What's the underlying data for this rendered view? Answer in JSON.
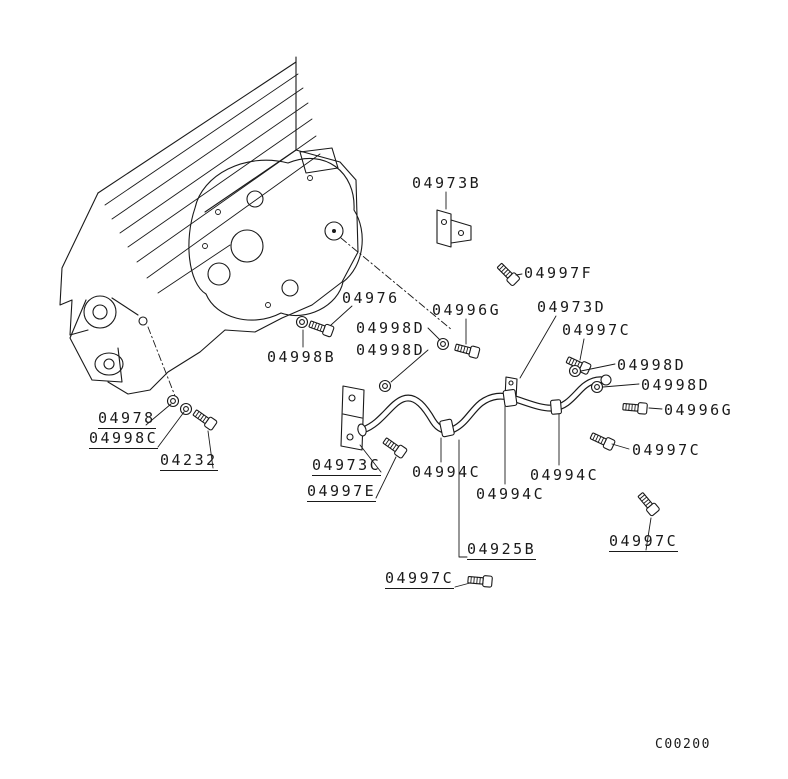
{
  "colors": {
    "background": "#ffffff",
    "ink": "#1a1a1a"
  },
  "diagram": {
    "description": "Engine oil cooler pipe parts diagram",
    "drawing_code": "C00200",
    "labels": [
      {
        "text": "04973B"
      },
      {
        "text": "04997F"
      },
      {
        "text": "04976"
      },
      {
        "text": "04996G"
      },
      {
        "text": "04973D"
      },
      {
        "text": "04997C"
      },
      {
        "text": "04998D"
      },
      {
        "text": "04998D"
      },
      {
        "text": "04998B"
      },
      {
        "text": "04998D"
      },
      {
        "text": "04998D"
      },
      {
        "text": "04996G"
      },
      {
        "text": "04978"
      },
      {
        "text": "04998C"
      },
      {
        "text": "04232"
      },
      {
        "text": "04973C"
      },
      {
        "text": "04997E"
      },
      {
        "text": "04994C"
      },
      {
        "text": "04994C"
      },
      {
        "text": "04994C"
      },
      {
        "text": "04997C"
      },
      {
        "text": "04925B"
      },
      {
        "text": "04997C"
      },
      {
        "text": "04997C"
      }
    ]
  }
}
